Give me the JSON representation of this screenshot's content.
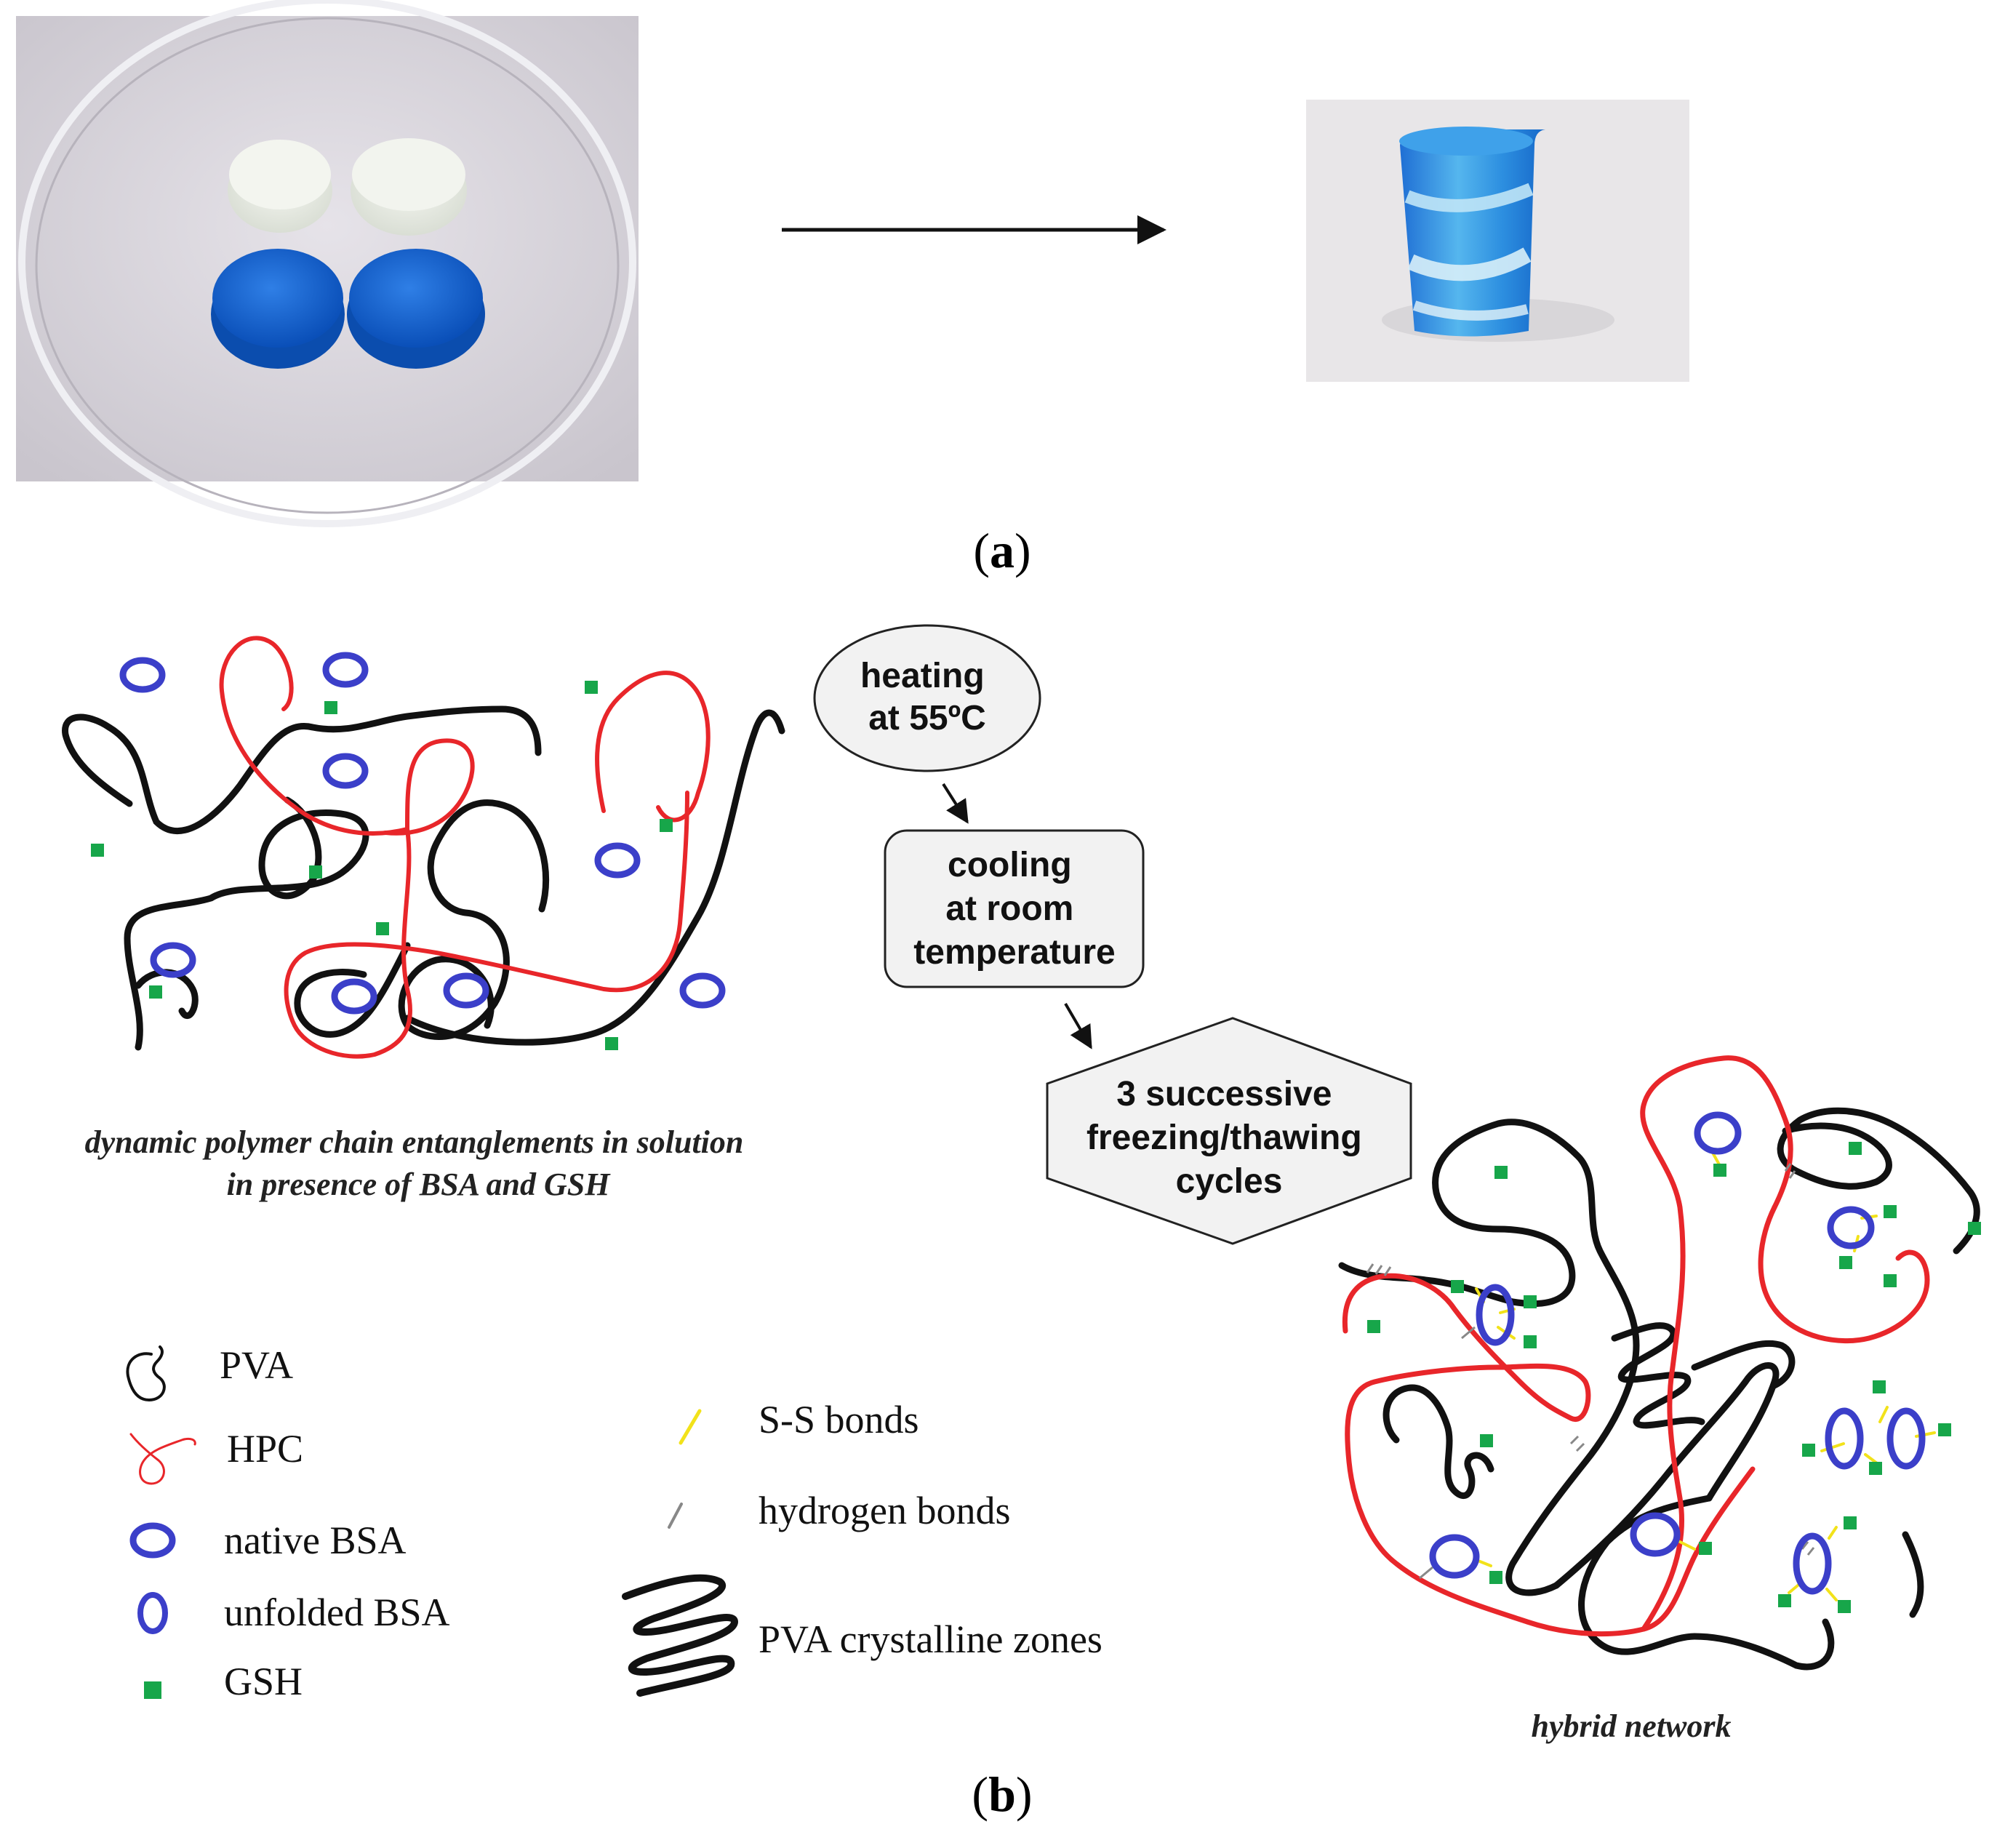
{
  "panel_a": {
    "label_open": "(",
    "label_letter": "a",
    "label_close": ")"
  },
  "panel_b": {
    "label_open": "(",
    "label_letter": "b",
    "label_close": ")",
    "steps": [
      {
        "lines": [
          "heating",
          "at 55ºC"
        ]
      },
      {
        "lines": [
          "cooling",
          "at room",
          "temperature"
        ]
      },
      {
        "lines": [
          "3 successive",
          "freezing/thawing",
          "cycles"
        ]
      }
    ],
    "left_caption": [
      "dynamic polymer chain entanglements in solution",
      "in presence of BSA and GSH"
    ],
    "right_caption": "hybrid network",
    "legend_left": [
      {
        "icon": "pva-icon",
        "label": "PVA"
      },
      {
        "icon": "hpc-icon",
        "label": "HPC"
      },
      {
        "icon": "native-bsa-icon",
        "label": "native BSA"
      },
      {
        "icon": "unfolded-bsa-icon",
        "label": "unfolded BSA"
      },
      {
        "icon": "gsh-icon",
        "label": "GSH"
      }
    ],
    "legend_right": [
      {
        "icon": "ss-bond-icon",
        "label": "S-S bonds"
      },
      {
        "icon": "hydrogen-bond-icon",
        "label": "hydrogen bonds"
      },
      {
        "icon": "crystalline-zone-icon",
        "label": "PVA crystalline zones"
      }
    ]
  },
  "colors": {
    "pva": "#111111",
    "hpc": "#e8262a",
    "bsa": "#3b3fc9",
    "gsh": "#17a64a",
    "ss_bond": "#f2e21a",
    "h_bond": "#888888"
  }
}
